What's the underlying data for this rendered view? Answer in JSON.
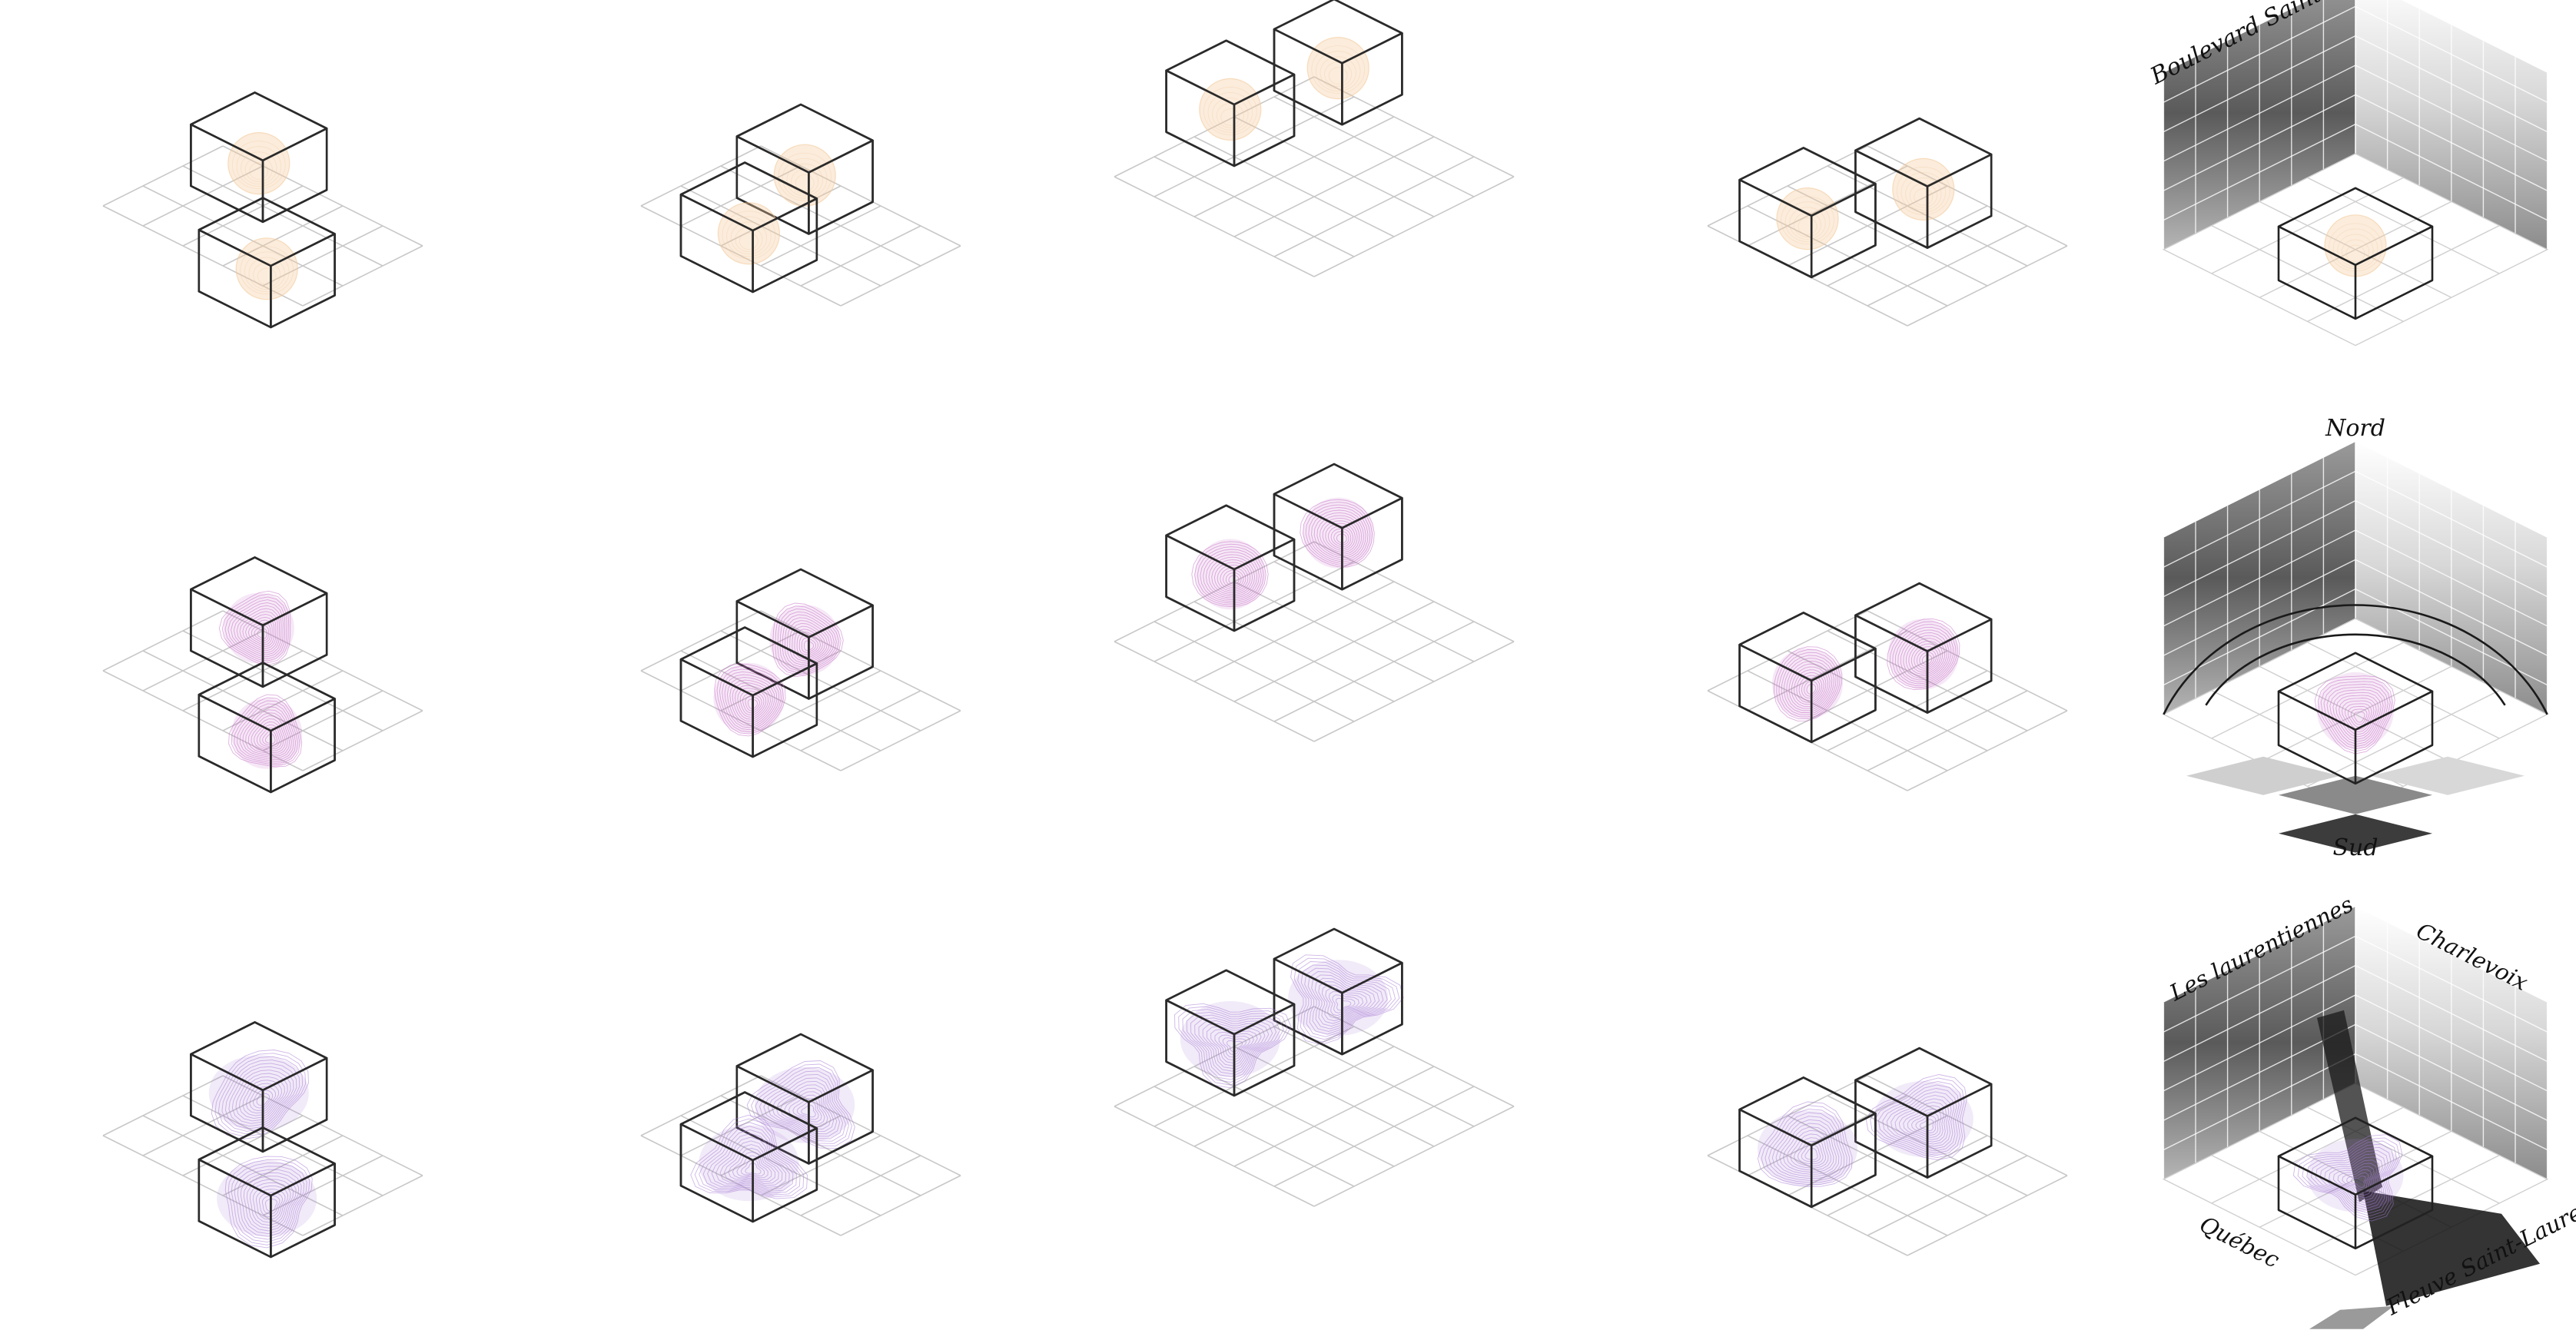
{
  "labels": {
    "boulevard": "Boulevard Sainte",
    "nord": "Nord",
    "sud": "Sud",
    "laurentiennes": "Les laurentiennes",
    "charlevoix": "Charlevoix",
    "quebec": "Québec",
    "fleuve": "Fleuve Saint-Laurent"
  },
  "rows": [
    {
      "form": "sphere",
      "color": "#f3c99a"
    },
    {
      "form": "sphere-deformed",
      "color": "#c46fc6"
    },
    {
      "form": "blob",
      "color": "#a87bd6"
    }
  ],
  "columns": [
    {
      "configuration": "stacked-offset"
    },
    {
      "configuration": "stacked-overlapping"
    },
    {
      "configuration": "separated-elevated"
    },
    {
      "configuration": "separated-ground"
    },
    {
      "configuration": "context-panorama"
    }
  ]
}
